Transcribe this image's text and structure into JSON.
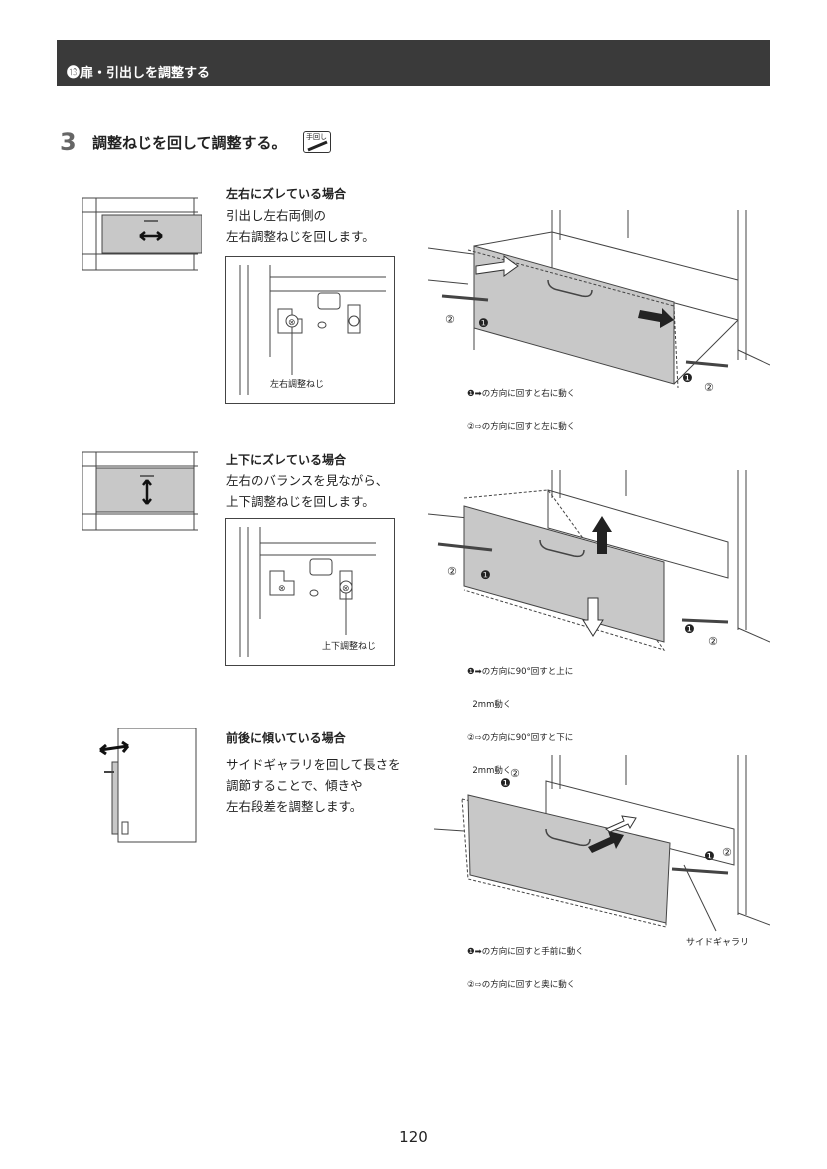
{
  "header": {
    "title": "⓭扉・引出しを調整する"
  },
  "step": {
    "number": "3",
    "title": "調整ねじを回して調整する。",
    "tool_tag": "手回し"
  },
  "sections": [
    {
      "title": "左右にズレている場合",
      "body_lines": [
        "引出し左右両側の",
        "左右調整ねじを回します。"
      ],
      "inset_label": "左右調整ねじ",
      "caption_lines": [
        "❶➡の方向に回すと右に動く",
        "②⇨の方向に回すと左に動く"
      ],
      "marks": {
        "one": "❶",
        "two": "②"
      }
    },
    {
      "title": "上下にズレている場合",
      "body_lines": [
        "左右のバランスを見ながら、",
        "上下調整ねじを回します。"
      ],
      "inset_label": "上下調整ねじ",
      "caption_lines": [
        "❶➡の方向に90°回すと上に",
        "  2mm動く",
        "②⇨の方向に90°回すと下に",
        "  2mm動く"
      ],
      "marks": {
        "one": "❶",
        "two": "②"
      }
    },
    {
      "title": "前後に傾いている場合",
      "body_lines": [
        "サイドギャラリを回して長さを",
        "調節することで、傾きや",
        "左右段差を調整します。"
      ],
      "side_label": "サイドギャラリ",
      "caption_lines": [
        "❶➡の方向に回すと手前に動く",
        "②⇨の方向に回すと奥に動く"
      ],
      "marks": {
        "one": "❶",
        "two": "②"
      }
    }
  ],
  "page_number": "120",
  "colors": {
    "header_bg": "#3a3a3a",
    "panel_gray": "#c8c8c8",
    "line": "#444444"
  }
}
